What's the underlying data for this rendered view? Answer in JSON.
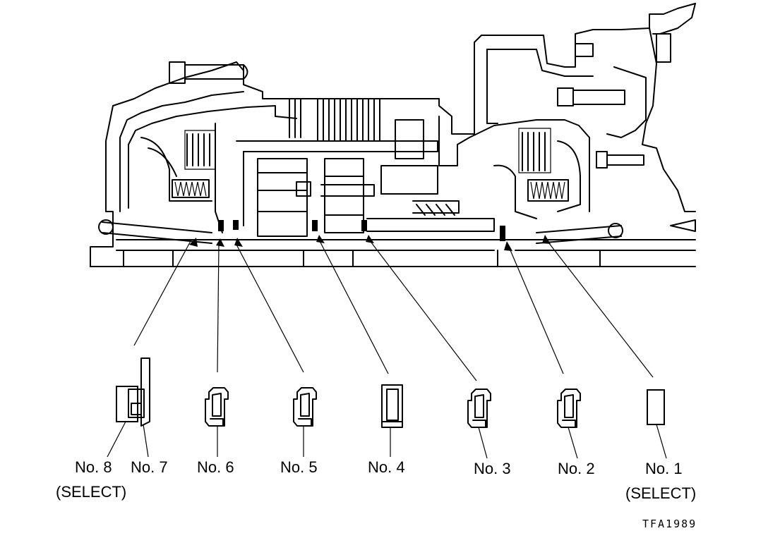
{
  "figure_code": "TFA1989",
  "bearings": [
    {
      "id": "no8",
      "label": "No. 8",
      "note": "(SELECT)"
    },
    {
      "id": "no7",
      "label": "No. 7",
      "note": ""
    },
    {
      "id": "no6",
      "label": "No. 6",
      "note": ""
    },
    {
      "id": "no5",
      "label": "No. 5",
      "note": ""
    },
    {
      "id": "no4",
      "label": "No. 4",
      "note": ""
    },
    {
      "id": "no3",
      "label": "No. 3",
      "note": ""
    },
    {
      "id": "no2",
      "label": "No. 2",
      "note": ""
    },
    {
      "id": "no1",
      "label": "No. 1",
      "note": "(SELECT)"
    }
  ]
}
